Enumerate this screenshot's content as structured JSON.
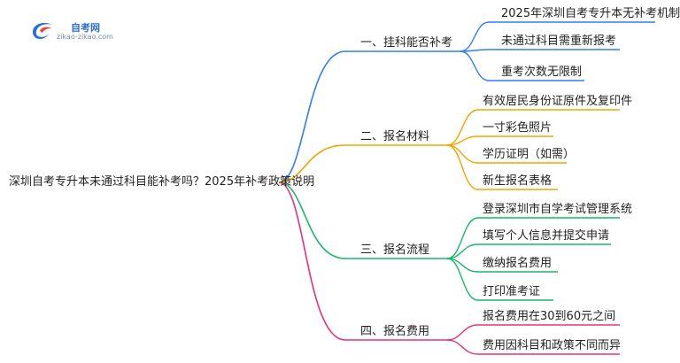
{
  "logo": {
    "name": "自考网",
    "url": "zikao-zikao.com"
  },
  "root": "深圳自考专升本未通过科目能补考吗？2025年补考政策说明",
  "branches": [
    {
      "label": "一、挂科能否补考",
      "color": "#2f7ff0",
      "leaves": [
        "2025年深圳自考专升本无补考机制",
        "未通过科目需重新报考",
        "重考次数无限制"
      ]
    },
    {
      "label": "二、报名材料",
      "color": "#f0a500",
      "leaves": [
        "有效居民身份证原件及复印件",
        "一寸彩色照片",
        "学历证明（如需）",
        "新生报名表格"
      ]
    },
    {
      "label": "三、报名流程",
      "color": "#19b86a",
      "leaves": [
        "登录深圳市自学考试管理系统",
        "填写个人信息并提交申请",
        "缴纳报名费用",
        "打印准考证"
      ]
    },
    {
      "label": "四、报名费用",
      "color": "#e8307a",
      "leaves": [
        "报名费用在30到60元之间",
        "费用因科目和政策不同而异"
      ]
    }
  ]
}
